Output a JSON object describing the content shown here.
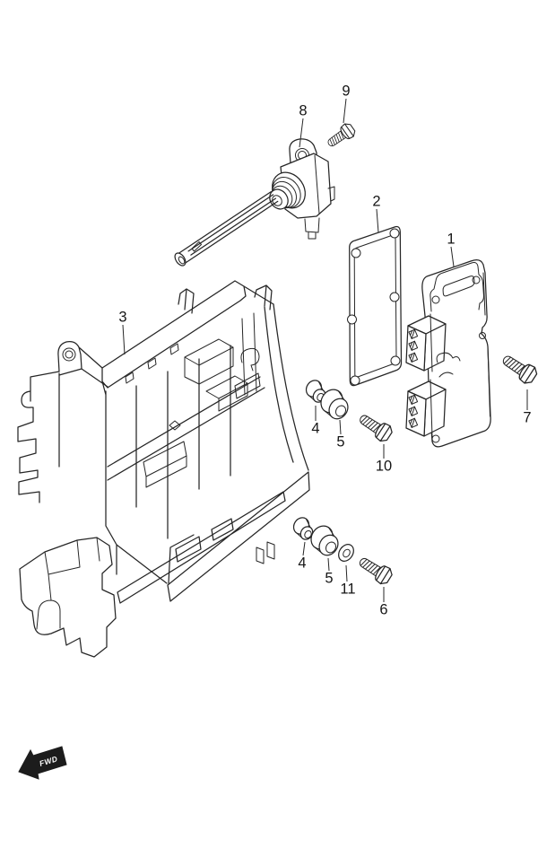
{
  "diagram": {
    "fwd_label": "FWD",
    "callout_labels": [
      "9",
      "8",
      "2",
      "1",
      "3",
      "7",
      "4",
      "5",
      "10",
      "4",
      "5",
      "11",
      "6"
    ]
  },
  "colors": {
    "background": "#ffffff",
    "ink": "#262626"
  }
}
